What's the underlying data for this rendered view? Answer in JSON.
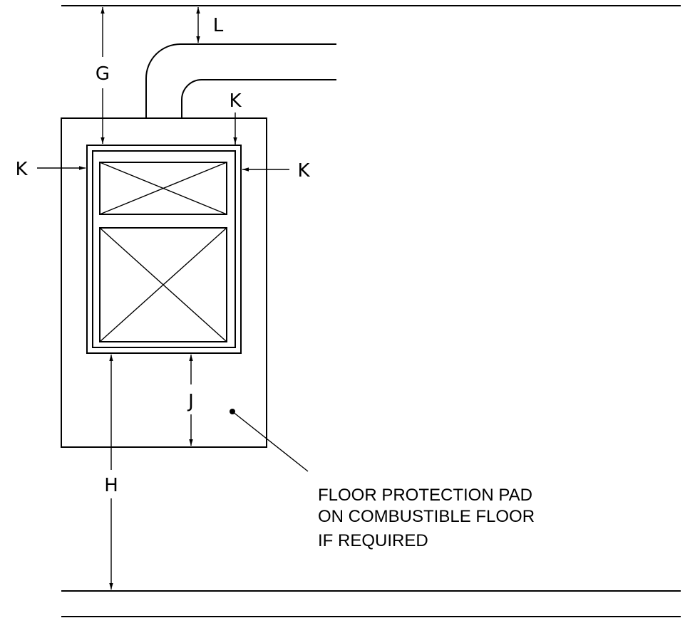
{
  "dimensions": {
    "g": "G",
    "l": "L",
    "k_top": "K",
    "k_left": "K",
    "k_right": "K",
    "j": "J",
    "h": "H"
  },
  "note": {
    "line1": "FLOOR PROTECTION PAD",
    "line2": "ON COMBUSTIBLE FLOOR",
    "line3": "IF REQUIRED"
  }
}
